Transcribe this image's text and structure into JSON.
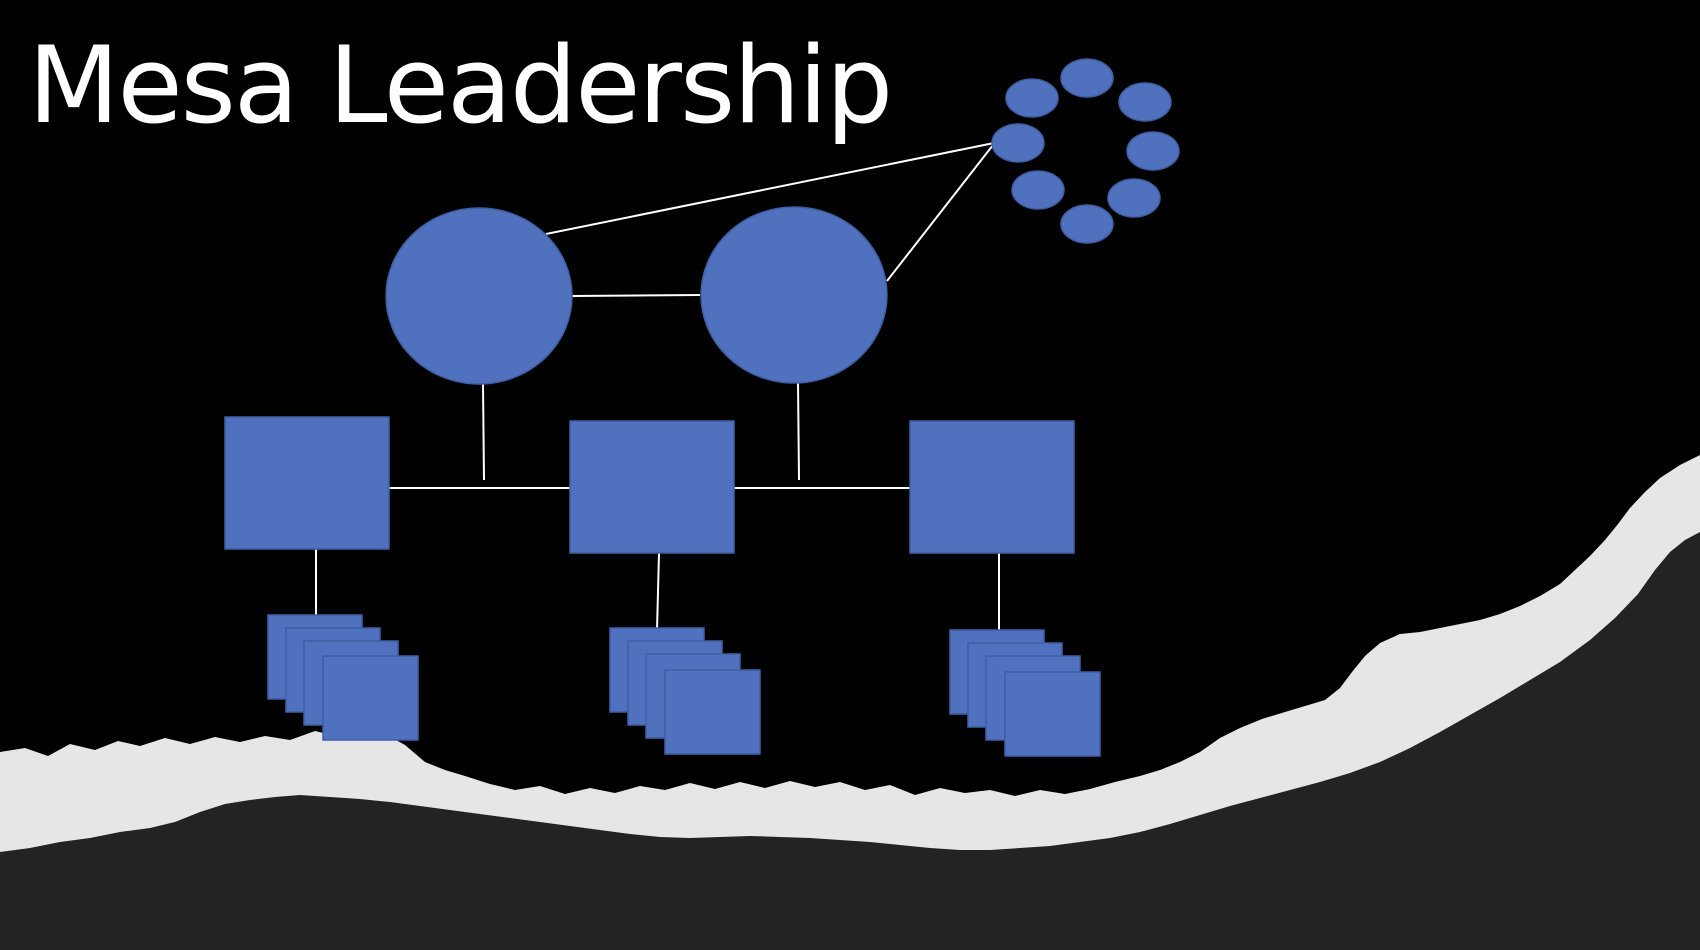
{
  "slide": {
    "title": "Mesa Leadership"
  },
  "colors": {
    "background": "#000000",
    "shape_fill": "#4f71be",
    "shape_stroke": "#3f5fa3",
    "connector": "#ffffff",
    "title_text": "#ffffff",
    "torn_paper_edge": "#e6e6e6",
    "torn_paper_base": "#232323"
  },
  "diagram": {
    "leaders": [
      {
        "id": "leader-left",
        "shape": "circle"
      },
      {
        "id": "leader-right",
        "shape": "circle"
      }
    ],
    "council": {
      "shape": "ring-of-ovals",
      "member_count": 8
    },
    "managers": [
      {
        "id": "manager-left",
        "shape": "square",
        "report_groups": 1
      },
      {
        "id": "manager-middle",
        "shape": "square",
        "report_groups": 1
      },
      {
        "id": "manager-right",
        "shape": "square",
        "report_groups": 1
      }
    ],
    "report_groups": [
      {
        "id": "reports-left",
        "stack_count": 4
      },
      {
        "id": "reports-middle",
        "stack_count": 4
      },
      {
        "id": "reports-right",
        "stack_count": 4
      }
    ]
  }
}
